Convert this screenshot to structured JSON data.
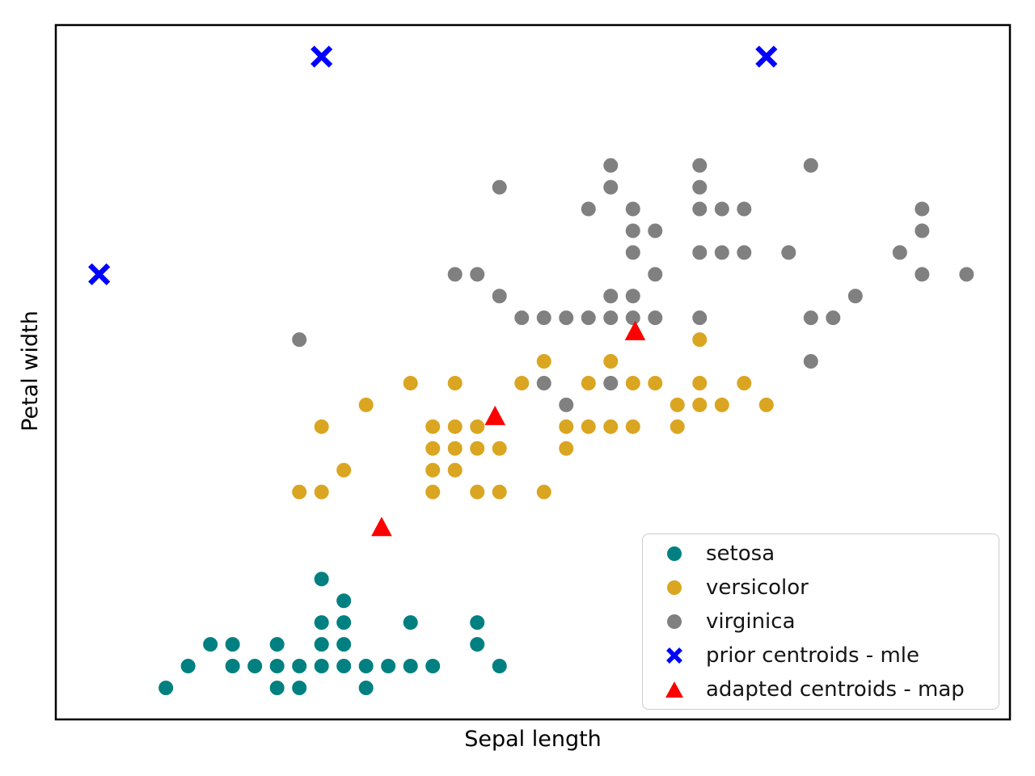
{
  "chart_data": {
    "type": "scatter",
    "title": "",
    "xlabel": "Sepal length",
    "ylabel": "Petal width",
    "xlim": [
      3.805,
      8.095
    ],
    "ylim": [
      -0.045,
      3.145
    ],
    "grid": false,
    "ticks_visible": false,
    "legend_position": "lower right",
    "series": [
      {
        "name": "setosa",
        "marker": "circle",
        "color": "#008080",
        "points": [
          [
            5.1,
            0.2
          ],
          [
            4.9,
            0.2
          ],
          [
            4.7,
            0.2
          ],
          [
            4.6,
            0.2
          ],
          [
            5.0,
            0.2
          ],
          [
            5.4,
            0.4
          ],
          [
            4.6,
            0.3
          ],
          [
            5.0,
            0.2
          ],
          [
            4.4,
            0.2
          ],
          [
            4.9,
            0.1
          ],
          [
            5.4,
            0.2
          ],
          [
            4.8,
            0.2
          ],
          [
            4.8,
            0.1
          ],
          [
            4.3,
            0.1
          ],
          [
            5.8,
            0.2
          ],
          [
            5.7,
            0.4
          ],
          [
            5.4,
            0.4
          ],
          [
            5.1,
            0.3
          ],
          [
            5.7,
            0.3
          ],
          [
            5.1,
            0.3
          ],
          [
            5.4,
            0.2
          ],
          [
            5.1,
            0.4
          ],
          [
            4.6,
            0.2
          ],
          [
            5.1,
            0.5
          ],
          [
            4.8,
            0.2
          ],
          [
            5.0,
            0.2
          ],
          [
            5.0,
            0.4
          ],
          [
            5.2,
            0.2
          ],
          [
            5.2,
            0.2
          ],
          [
            4.7,
            0.2
          ],
          [
            4.8,
            0.2
          ],
          [
            5.4,
            0.4
          ],
          [
            5.2,
            0.1
          ],
          [
            5.5,
            0.2
          ],
          [
            4.9,
            0.2
          ],
          [
            5.0,
            0.2
          ],
          [
            5.5,
            0.2
          ],
          [
            4.9,
            0.1
          ],
          [
            4.4,
            0.2
          ],
          [
            5.1,
            0.2
          ],
          [
            5.0,
            0.3
          ],
          [
            4.5,
            0.3
          ],
          [
            4.4,
            0.2
          ],
          [
            5.0,
            0.6
          ],
          [
            5.1,
            0.4
          ],
          [
            4.8,
            0.3
          ],
          [
            5.1,
            0.2
          ],
          [
            4.6,
            0.2
          ],
          [
            5.3,
            0.2
          ],
          [
            5.0,
            0.2
          ]
        ]
      },
      {
        "name": "versicolor",
        "marker": "circle",
        "color": "#DAA520",
        "points": [
          [
            7.0,
            1.4
          ],
          [
            6.4,
            1.5
          ],
          [
            6.9,
            1.5
          ],
          [
            5.5,
            1.3
          ],
          [
            6.5,
            1.5
          ],
          [
            5.7,
            1.3
          ],
          [
            6.3,
            1.6
          ],
          [
            4.9,
            1.0
          ],
          [
            6.6,
            1.3
          ],
          [
            5.2,
            1.4
          ],
          [
            5.0,
            1.0
          ],
          [
            5.9,
            1.5
          ],
          [
            6.0,
            1.0
          ],
          [
            6.1,
            1.4
          ],
          [
            5.6,
            1.3
          ],
          [
            6.7,
            1.4
          ],
          [
            5.6,
            1.5
          ],
          [
            5.8,
            1.0
          ],
          [
            6.2,
            1.5
          ],
          [
            5.6,
            1.1
          ],
          [
            5.9,
            1.8
          ],
          [
            6.1,
            1.3
          ],
          [
            6.3,
            1.5
          ],
          [
            6.1,
            1.2
          ],
          [
            6.4,
            1.3
          ],
          [
            6.6,
            1.4
          ],
          [
            6.8,
            1.4
          ],
          [
            6.7,
            1.7
          ],
          [
            6.0,
            1.5
          ],
          [
            5.7,
            1.0
          ],
          [
            5.5,
            1.1
          ],
          [
            5.5,
            1.0
          ],
          [
            5.8,
            1.2
          ],
          [
            6.0,
            1.6
          ],
          [
            5.4,
            1.5
          ],
          [
            6.0,
            1.6
          ],
          [
            6.7,
            1.5
          ],
          [
            6.3,
            1.3
          ],
          [
            5.6,
            1.3
          ],
          [
            5.5,
            1.3
          ],
          [
            5.5,
            1.2
          ],
          [
            6.1,
            1.4
          ],
          [
            5.8,
            1.2
          ],
          [
            5.0,
            1.3
          ],
          [
            5.6,
            1.2
          ],
          [
            5.7,
            1.3
          ],
          [
            5.7,
            1.2
          ],
          [
            6.2,
            1.3
          ],
          [
            5.1,
            1.1
          ],
          [
            5.7,
            1.3
          ]
        ]
      },
      {
        "name": "virginica",
        "marker": "circle",
        "color": "#808080",
        "points": [
          [
            6.3,
            2.5
          ],
          [
            5.8,
            1.9
          ],
          [
            7.1,
            2.1
          ],
          [
            6.3,
            1.8
          ],
          [
            6.5,
            2.2
          ],
          [
            7.6,
            2.1
          ],
          [
            4.9,
            1.7
          ],
          [
            7.3,
            1.8
          ],
          [
            6.7,
            1.8
          ],
          [
            7.2,
            2.5
          ],
          [
            6.5,
            2.0
          ],
          [
            6.4,
            1.9
          ],
          [
            6.8,
            2.1
          ],
          [
            5.7,
            2.0
          ],
          [
            5.8,
            2.4
          ],
          [
            6.4,
            2.3
          ],
          [
            6.5,
            1.8
          ],
          [
            7.7,
            2.2
          ],
          [
            7.7,
            2.3
          ],
          [
            6.0,
            1.5
          ],
          [
            6.9,
            2.3
          ],
          [
            5.6,
            2.0
          ],
          [
            7.7,
            2.0
          ],
          [
            6.3,
            1.8
          ],
          [
            6.7,
            2.1
          ],
          [
            7.2,
            1.8
          ],
          [
            6.2,
            1.8
          ],
          [
            6.1,
            1.8
          ],
          [
            6.4,
            2.1
          ],
          [
            7.2,
            1.6
          ],
          [
            7.4,
            1.9
          ],
          [
            7.9,
            2.0
          ],
          [
            6.4,
            2.2
          ],
          [
            6.3,
            1.5
          ],
          [
            6.1,
            1.4
          ],
          [
            7.7,
            2.3
          ],
          [
            6.3,
            2.4
          ],
          [
            6.4,
            1.8
          ],
          [
            6.0,
            1.8
          ],
          [
            6.9,
            2.1
          ],
          [
            6.7,
            2.4
          ],
          [
            6.9,
            2.3
          ],
          [
            5.8,
            1.9
          ],
          [
            6.8,
            2.3
          ],
          [
            6.7,
            2.5
          ],
          [
            6.7,
            2.3
          ],
          [
            6.3,
            1.9
          ],
          [
            6.5,
            2.0
          ],
          [
            6.2,
            2.3
          ],
          [
            5.9,
            1.8
          ]
        ]
      },
      {
        "name": "prior centroids - mle",
        "marker": "x",
        "color": "#0000FF",
        "points": [
          [
            5.0,
            3.0
          ],
          [
            7.0,
            3.0
          ],
          [
            4.0,
            2.0
          ]
        ]
      },
      {
        "name": "adapted centroids - map",
        "marker": "triangle-up",
        "color": "#FF0000",
        "points": [
          [
            5.27,
            0.84
          ],
          [
            5.78,
            1.35
          ],
          [
            6.41,
            1.74
          ]
        ]
      }
    ]
  }
}
